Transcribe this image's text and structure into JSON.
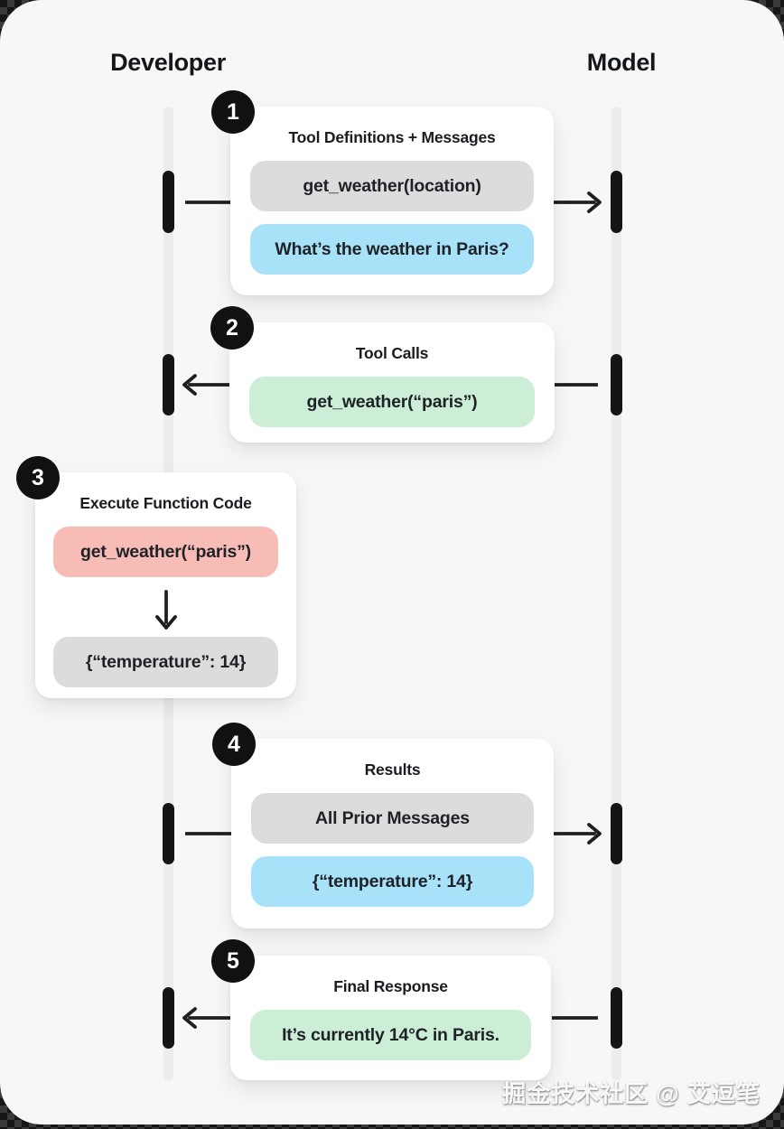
{
  "headers": {
    "developer": "Developer",
    "model": "Model"
  },
  "watermark": "掘金技术社区 @ 艾逗笔",
  "colors": {
    "page_background": "#f7f7f7",
    "outside_background": "#101010",
    "card_background": "#ffffff",
    "pill_gray": "#dcdcdc",
    "pill_blue": "#a8e2f8",
    "pill_green": "#cceed6",
    "pill_pink": "#f8bcb6",
    "badge_background": "#111111",
    "badge_text": "#ffffff",
    "lifeline": "#ececec",
    "activation_bar": "#141414",
    "arrow": "#1f1f1f",
    "text": "#1e2227"
  },
  "icons": {
    "arrow_right": "→",
    "arrow_left": "←",
    "arrow_down": "↓"
  },
  "steps": [
    {
      "number": "1",
      "title": "Tool Definitions + Messages",
      "direction": "developer-to-model",
      "pills": [
        {
          "text": "get_weather(location)",
          "color": "gray"
        },
        {
          "text": "What’s the weather in Paris?",
          "color": "blue"
        }
      ]
    },
    {
      "number": "2",
      "title": "Tool Calls",
      "direction": "model-to-developer",
      "pills": [
        {
          "text": "get_weather(“paris”)",
          "color": "green"
        }
      ]
    },
    {
      "number": "3",
      "title": "Execute Function Code",
      "direction": "local-execution",
      "pills": [
        {
          "text": "get_weather(“paris”)",
          "color": "pink"
        },
        {
          "text": "{“temperature”: 14}",
          "color": "gray"
        }
      ]
    },
    {
      "number": "4",
      "title": "Results",
      "direction": "developer-to-model",
      "pills": [
        {
          "text": "All Prior Messages",
          "color": "gray"
        },
        {
          "text": "{“temperature”: 14}",
          "color": "blue"
        }
      ]
    },
    {
      "number": "5",
      "title": "Final Response",
      "direction": "model-to-developer",
      "pills": [
        {
          "text": "It’s currently 14°C in Paris.",
          "color": "green"
        }
      ]
    }
  ]
}
